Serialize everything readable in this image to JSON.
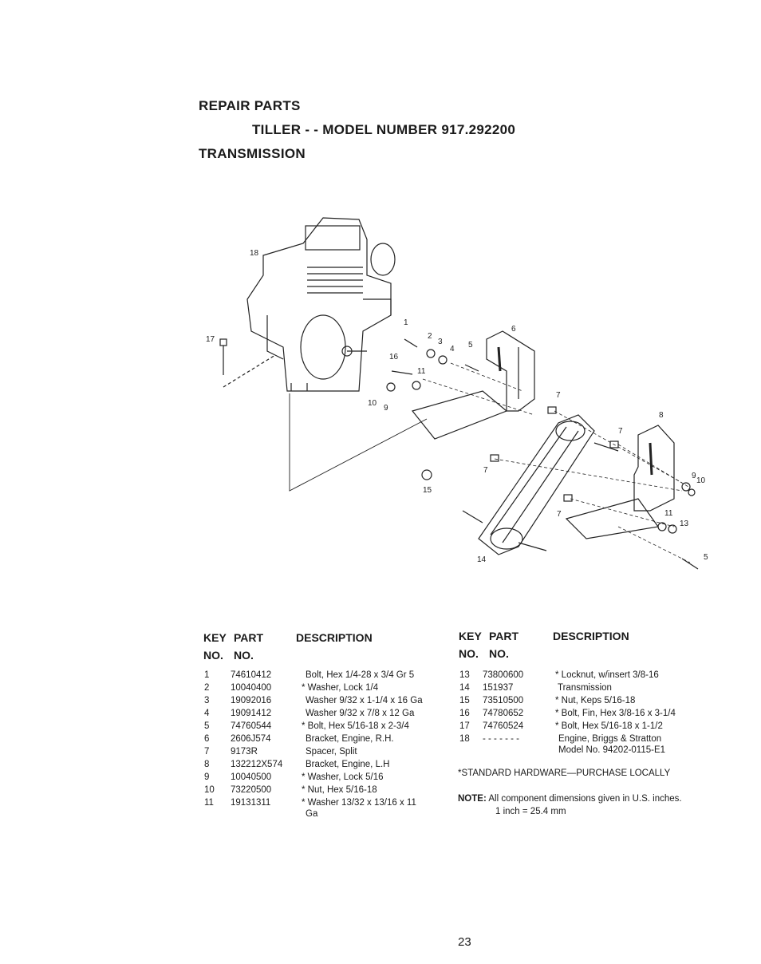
{
  "header": {
    "section": "REPAIR PARTS",
    "model": "TILLER - - MODEL NUMBER 917.292200",
    "subsection": "TRANSMISSION"
  },
  "diagram": {
    "callouts": [
      "1",
      "2",
      "3",
      "4",
      "5",
      "6",
      "7",
      "8",
      "9",
      "10",
      "11",
      "13",
      "14",
      "15",
      "16",
      "17",
      "18"
    ]
  },
  "table_headers": {
    "key": "KEY",
    "part": "PART",
    "no": "NO.",
    "no2": "NO.",
    "description": "DESCRIPTION"
  },
  "parts_left": [
    {
      "key": "1",
      "part_no": "74610412",
      "description": "Bolt, Hex 1/4-28 x 3/4 Gr 5"
    },
    {
      "key": "2",
      "part_no": "10040400",
      "description": "* Washer, Lock 1/4"
    },
    {
      "key": "3",
      "part_no": "19092016",
      "description": "Washer 9/32 x 1-1/4 x 16 Ga"
    },
    {
      "key": "4",
      "part_no": "19091412",
      "description": "Washer 9/32 x 7/8 x 12 Ga"
    },
    {
      "key": "5",
      "part_no": "74760544",
      "description": "* Bolt, Hex 5/16-18 x 2-3/4"
    },
    {
      "key": "6",
      "part_no": "2606J574",
      "description": "Bracket, Engine, R.H."
    },
    {
      "key": "7",
      "part_no": "9173R",
      "description": "Spacer, Split"
    },
    {
      "key": "8",
      "part_no": "132212X574",
      "description": "Bracket, Engine, L.H"
    },
    {
      "key": "9",
      "part_no": "10040500",
      "description": "* Washer, Lock 5/16"
    },
    {
      "key": "10",
      "part_no": "73220500",
      "description": "* Nut, Hex 5/16-18"
    },
    {
      "key": "11",
      "part_no": "19131311",
      "description": "* Washer 13/32 x 13/16 x 11",
      "description_line2": "Ga"
    }
  ],
  "parts_right": [
    {
      "key": "13",
      "part_no": "73800600",
      "description": "* Locknut, w/insert 3/8-16"
    },
    {
      "key": "14",
      "part_no": "151937",
      "description": "Transmission"
    },
    {
      "key": "15",
      "part_no": "73510500",
      "description": "* Nut, Keps 5/16-18"
    },
    {
      "key": "16",
      "part_no": "74780652",
      "description": "* Bolt, Fin, Hex 3/8-16 x 3-1/4"
    },
    {
      "key": "17",
      "part_no": "74760524",
      "description": "* Bolt, Hex 5/16-18 x 1-1/2"
    },
    {
      "key": "18",
      "part_no": "- - - - - - -",
      "description": "Engine, Briggs & Stratton",
      "description_line2": "Model No. 94202-0115-E1"
    }
  ],
  "standard_hardware": "*STANDARD HARDWARE—PURCHASE LOCALLY",
  "note": {
    "label": "NOTE:",
    "text": "All component dimensions given in U.S. inches.",
    "conversion": "1 inch = 25.4 mm"
  },
  "page_number": "23"
}
